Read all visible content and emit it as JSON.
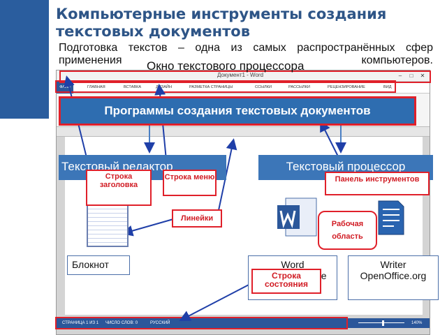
{
  "slide": {
    "title": "Компьютерные инструменты создания текстовых документов",
    "intro_text": "Подготовка текстов – одна из самых распространённых сфер применения компьютеров.",
    "window_label": "Окно текстового процессора",
    "programs_banner": "Программы создания текстовых документов"
  },
  "word_window": {
    "title_text": "Документ1 - Word",
    "minimize": "–",
    "maximize": "□",
    "close": "✕",
    "tabs": [
      "ФАЙЛ",
      "ГЛАВНАЯ",
      "ВСТАВКА",
      "ДИЗАЙН",
      "РАЗМЕТКА СТРАНИЦЫ",
      "ССЫЛКИ",
      "РАССЫЛКИ",
      "РЕЦЕНЗИРОВАНИЕ",
      "ВИД"
    ],
    "status": {
      "page": "СТРАНИЦА 1 ИЗ 1",
      "words": "ЧИСЛО СЛОВ: 0",
      "language": "РУССКИЙ",
      "zoom": "140%"
    }
  },
  "categories": {
    "editor": "Текстовый редактор",
    "processor": "Текстовый процессор"
  },
  "callouts": {
    "title_row": "Строка заголовка",
    "menu_row": "Строка меню",
    "toolbar": "Панель инструментов",
    "rulers": "Линейки",
    "work_area": "Рабочая область",
    "status_row": "Строка состояния"
  },
  "apps": {
    "notepad": "Блокнот",
    "word_line1": "Word",
    "word_line2": "Microsoft Office",
    "writer_line1": "Writer",
    "writer_line2": "OpenOffice.org"
  },
  "colors": {
    "accent_blue": "#2e6db0",
    "callout_red": "#e0202a",
    "title_blue": "#2e5587",
    "word_blue": "#2b579a"
  }
}
